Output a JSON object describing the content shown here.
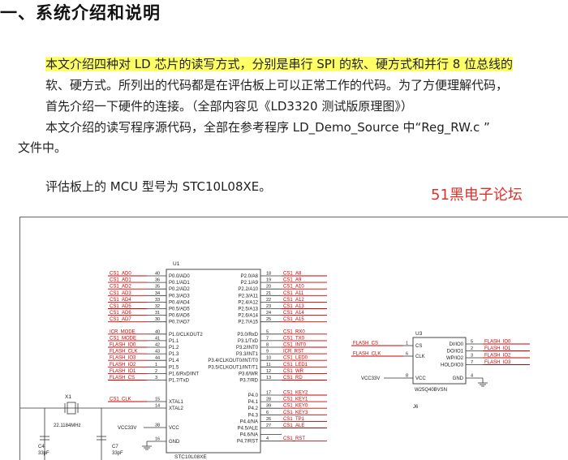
{
  "heading": "一、系统介绍和说明",
  "para1": {
    "line1": "本文介绍四种对 LD 芯片的读写方式，分别是串行 SPI 的软、硬方式和并行 8 位总线的",
    "line2": "软、硬方式。所列出的代码都是在评估板上可以正常工作的代码。为了方便理解代码，",
    "line3": "首先介绍一下硬件的连接。（全部内容见《LD3320 测试版原理图》）"
  },
  "para2": {
    "line1": "本文介绍的读写程序源代码，全部在参考程序 LD_Demo_Source 中“Reg_RW.c ”",
    "line2": "文件中。"
  },
  "para3": "评估板上的 MCU 型号为 STC10L08XE。",
  "watermark": "51黑电子论坛",
  "colors": {
    "highlight": "#ffff66",
    "net_label": "#cc0000",
    "watermark": "#e0302a"
  },
  "schematic": {
    "u1": {
      "ref": "U1",
      "part": "STC10L08XE",
      "left_pins": [
        {
          "num": "40",
          "name": "P0.0/AD0",
          "net": "CS1_AD0"
        },
        {
          "num": "36",
          "name": "P0.1/AD1",
          "net": "CS1_AD1"
        },
        {
          "num": "35",
          "name": "P0.2/AD2",
          "net": "CS1_AD2"
        },
        {
          "num": "34",
          "name": "P0.3/AD3",
          "net": "CS1_AD3"
        },
        {
          "num": "33",
          "name": "P0.4/AD4",
          "net": "CS1_AD4"
        },
        {
          "num": "32",
          "name": "P0.5/AD5",
          "net": "CS1_AD5"
        },
        {
          "num": "31",
          "name": "P0.6/AD6",
          "net": "CS1_AD6"
        },
        {
          "num": "30",
          "name": "P0.7/AD7",
          "net": "CS1_AD7"
        },
        {
          "num": "40",
          "name": "P1.0/CLKOUT2",
          "net": "ICR_MODE"
        },
        {
          "num": "41",
          "name": "P1.1",
          "net": "CS1_MODE"
        },
        {
          "num": "42",
          "name": "P1.2",
          "net": "FLASH_IO0"
        },
        {
          "num": "43",
          "name": "P1.3",
          "net": "FLASH_CLK"
        },
        {
          "num": "44",
          "name": "P1.4",
          "net": "FLASH_IO3"
        },
        {
          "num": "1",
          "name": "P1.5",
          "net": "FLASH_IO2"
        },
        {
          "num": "2",
          "name": "P1.6/RxD/INT",
          "net": "FLASH_IO1"
        },
        {
          "num": "3",
          "name": "P1.7/TxD",
          "net": "FLASH_CS"
        }
      ],
      "right_pins": [
        {
          "num": "18",
          "name": "P2.0/A8",
          "net": "CS1_A8"
        },
        {
          "num": "19",
          "name": "P2.1/A9",
          "net": "CS1_A9"
        },
        {
          "num": "20",
          "name": "P2.2/A10",
          "net": "CS1_A10"
        },
        {
          "num": "21",
          "name": "P2.3/A11",
          "net": "CS1_A11"
        },
        {
          "num": "22",
          "name": "P2.4/A12",
          "net": "CS1_A12"
        },
        {
          "num": "23",
          "name": "P2.5/A13",
          "net": "CS1_A13"
        },
        {
          "num": "24",
          "name": "P2.6/A14",
          "net": "CS1_A14"
        },
        {
          "num": "25",
          "name": "P2.7/A15",
          "net": "CS1_A15"
        },
        {
          "num": "5",
          "name": "P3.0/RxD",
          "net": "CS1_RX0"
        },
        {
          "num": "7",
          "name": "P3.1/TxD",
          "net": "CS1_TX0"
        },
        {
          "num": "8",
          "name": "P3.2/INT0",
          "net": "CS1_INT0"
        },
        {
          "num": "9",
          "name": "P3.3/INT1",
          "net": "ICR_RST"
        },
        {
          "num": "10",
          "name": "P3.4/CLKOUT0/INT/T0",
          "net": "CS1_LED0"
        },
        {
          "num": "11",
          "name": "P3.5/CLKOUT1/INT/T1",
          "net": "CS1_LED1"
        },
        {
          "num": "12",
          "name": "P3.6/WR",
          "net": "CS1_WR"
        },
        {
          "num": "13",
          "name": "P3.7/RD",
          "net": "CS1_RD"
        }
      ],
      "p4_pins": [
        {
          "num": "17",
          "name": "P4.0",
          "net": "CS1_KEY2"
        },
        {
          "num": "28",
          "name": "P4.1",
          "net": "CS1_KEY1"
        },
        {
          "num": "39",
          "name": "P4.2",
          "net": "CS1_KEY0"
        },
        {
          "num": "6",
          "name": "P4.3",
          "net": "CS1_KEY3"
        },
        {
          "num": "26",
          "name": "P4.4/NA",
          "net": "CS1_TP1"
        },
        {
          "num": "27",
          "name": "P4.5/ALE",
          "net": "CS1_ALE"
        },
        {
          "num": "",
          "name": "P4.6/NA",
          "net": ""
        },
        {
          "num": "4",
          "name": "P4.7/RST",
          "net": "CS1_RST"
        }
      ],
      "xtal1": "XTAL1",
      "xtal2": "XTAL2",
      "vcc": "VCC",
      "gnd": "GND",
      "xtal1_num": "15",
      "xtal2_num": "14",
      "vcc_num": "38",
      "gnd_num": "16"
    },
    "clk_net": "CS1_CLK",
    "x1": "X1",
    "freq": "22.1184MHz",
    "c4": "C4",
    "c4_val": "33pF",
    "c7": "C7",
    "c7_val": "33pF",
    "vcc_label": "VCC33V",
    "u3": {
      "ref": "U3",
      "part": "W25Q40BVSN",
      "j": "J6",
      "left": [
        {
          "num": "1",
          "name": "CS",
          "net": "FLASH_CS"
        },
        {
          "num": "6",
          "name": "CLK",
          "net": "FLASH_CLK"
        },
        {
          "num": "8",
          "name": "VCC",
          "net": "VCC33V"
        }
      ],
      "right": [
        {
          "num": "5",
          "name": "DI/IO0",
          "net": "FLASH_IO0"
        },
        {
          "num": "2",
          "name": "DO/IO1",
          "net": "FLASH_IO1"
        },
        {
          "num": "3",
          "name": "WP/IO2",
          "net": "FLASH_IO2"
        },
        {
          "num": "7",
          "name": "HOLD/IO3",
          "net": "FLASH_IO3"
        }
      ],
      "gnd": "GND",
      "gnd_num": "4"
    }
  }
}
